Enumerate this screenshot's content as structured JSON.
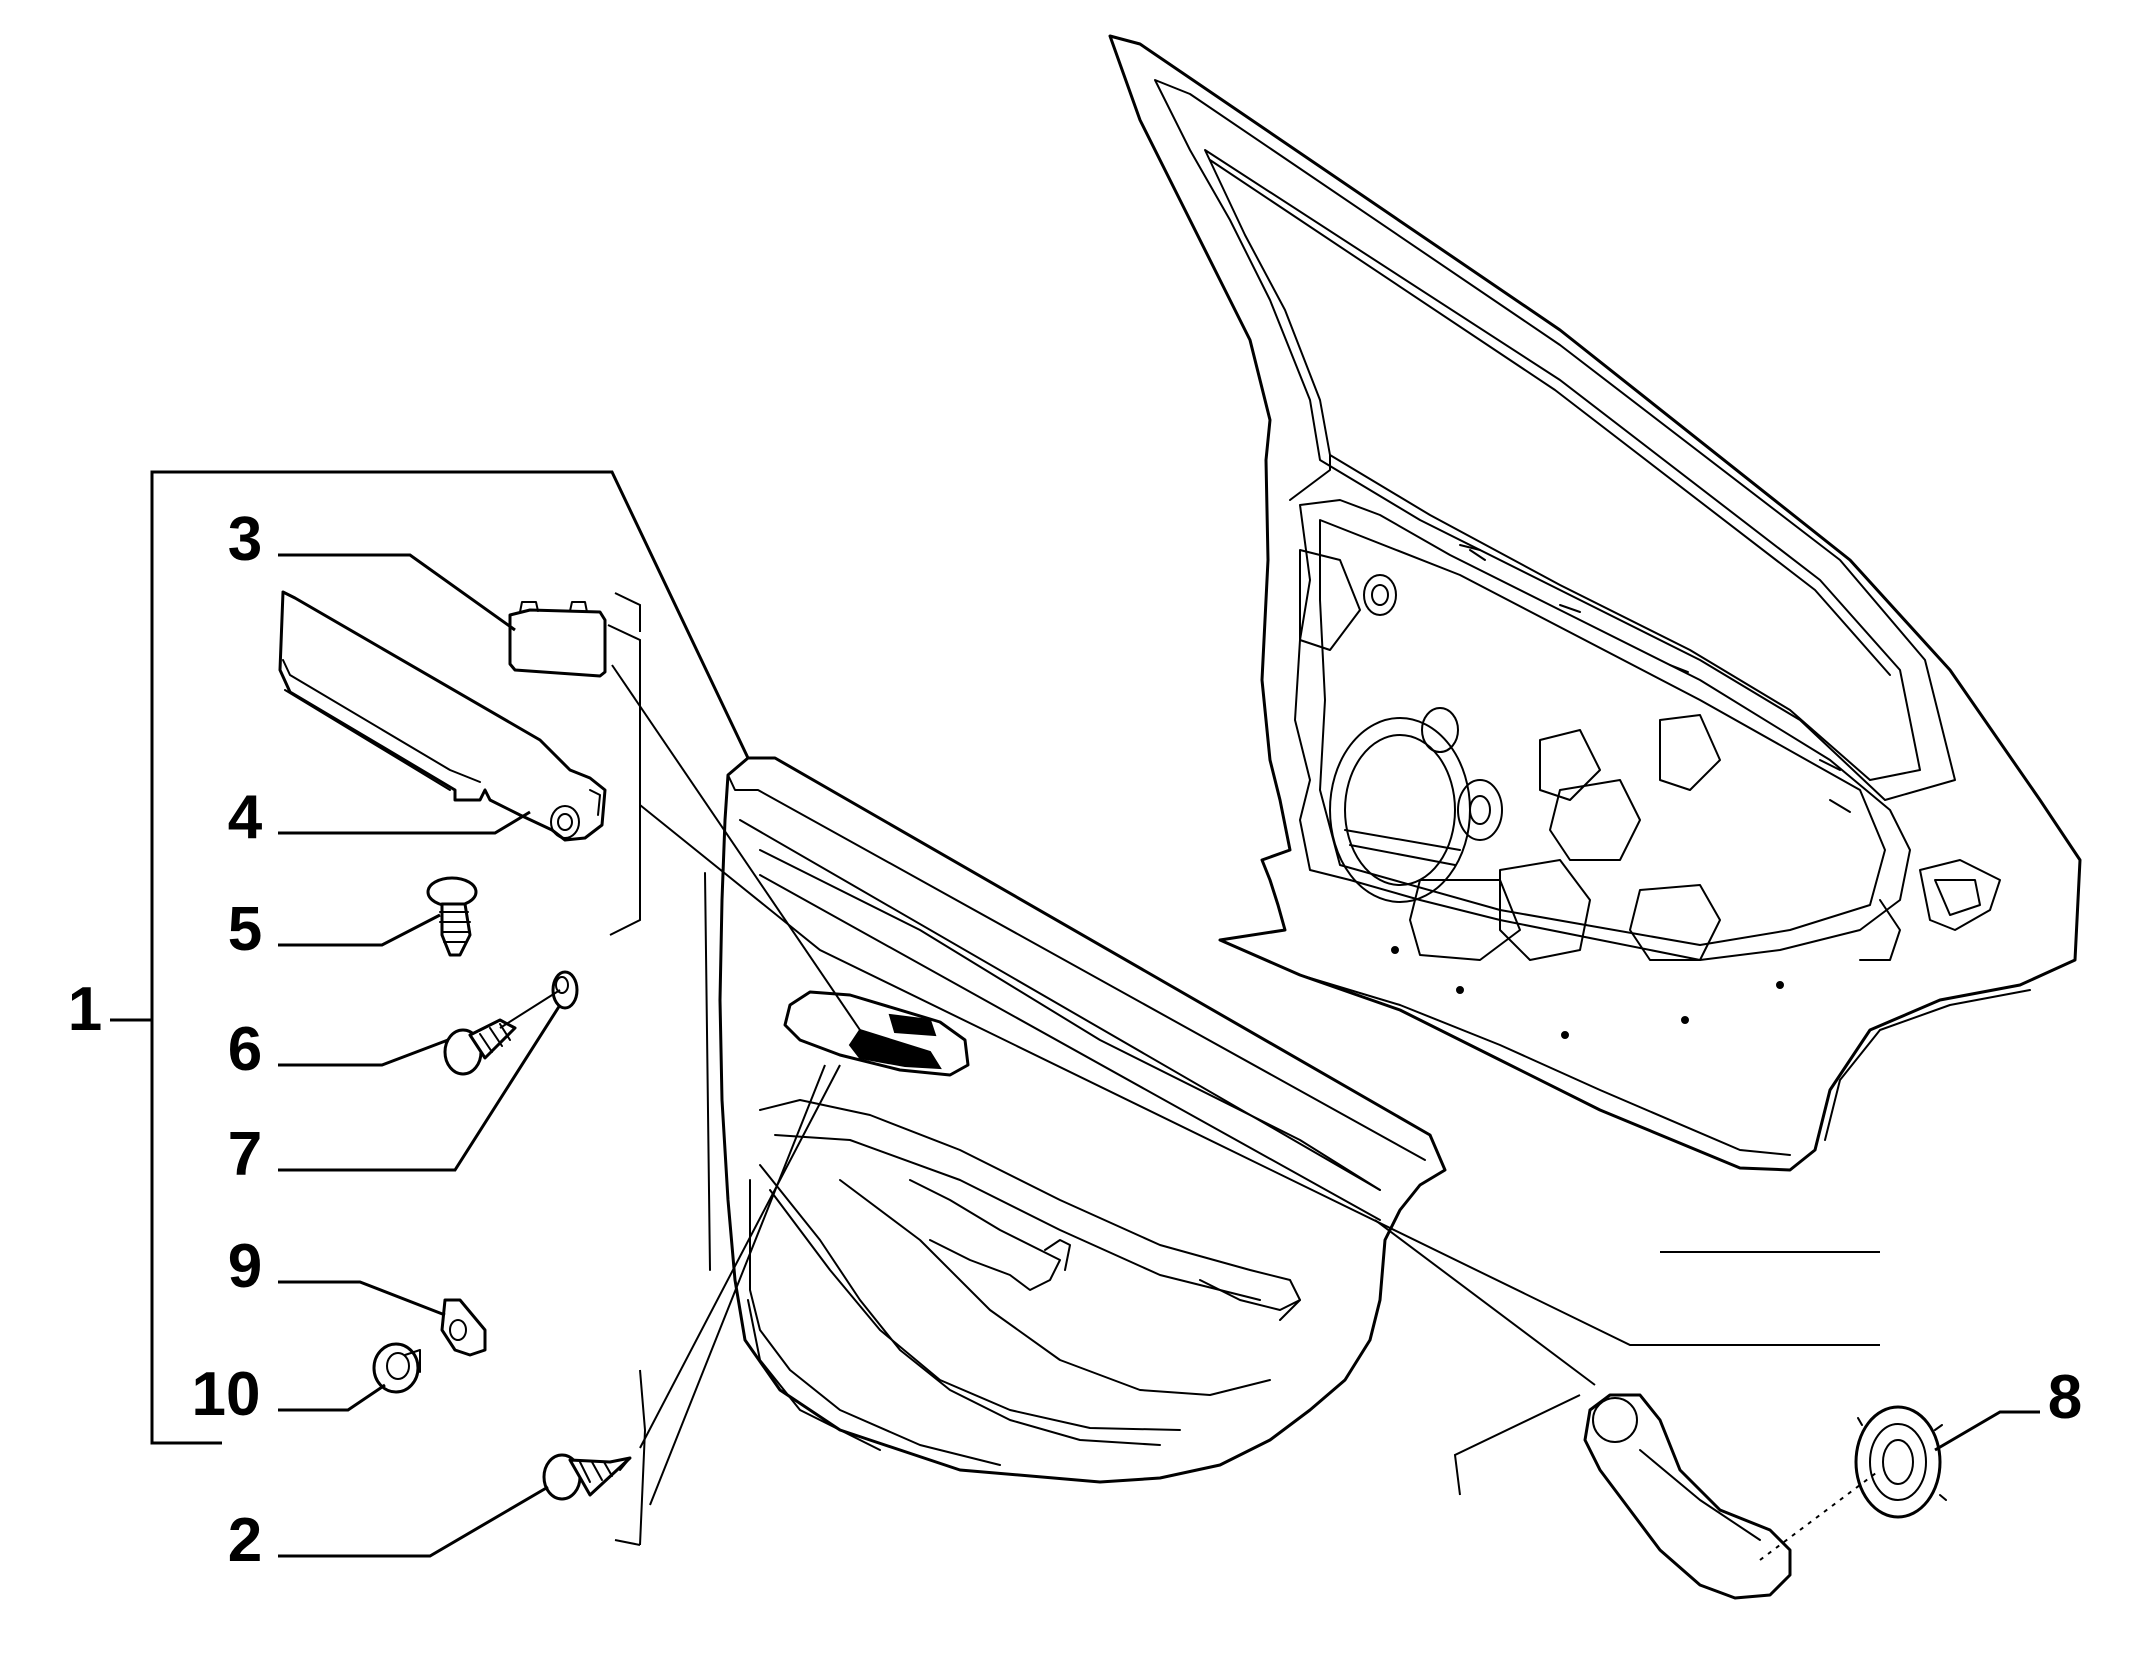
{
  "diagram": {
    "callouts": {
      "c1": "1",
      "c2": "2",
      "c3": "3",
      "c4": "4",
      "c5": "5",
      "c6": "6",
      "c7": "7",
      "c8": "8",
      "c9": "9",
      "c10": "10"
    },
    "colors": {
      "line": "#000000",
      "background": "#ffffff"
    }
  }
}
